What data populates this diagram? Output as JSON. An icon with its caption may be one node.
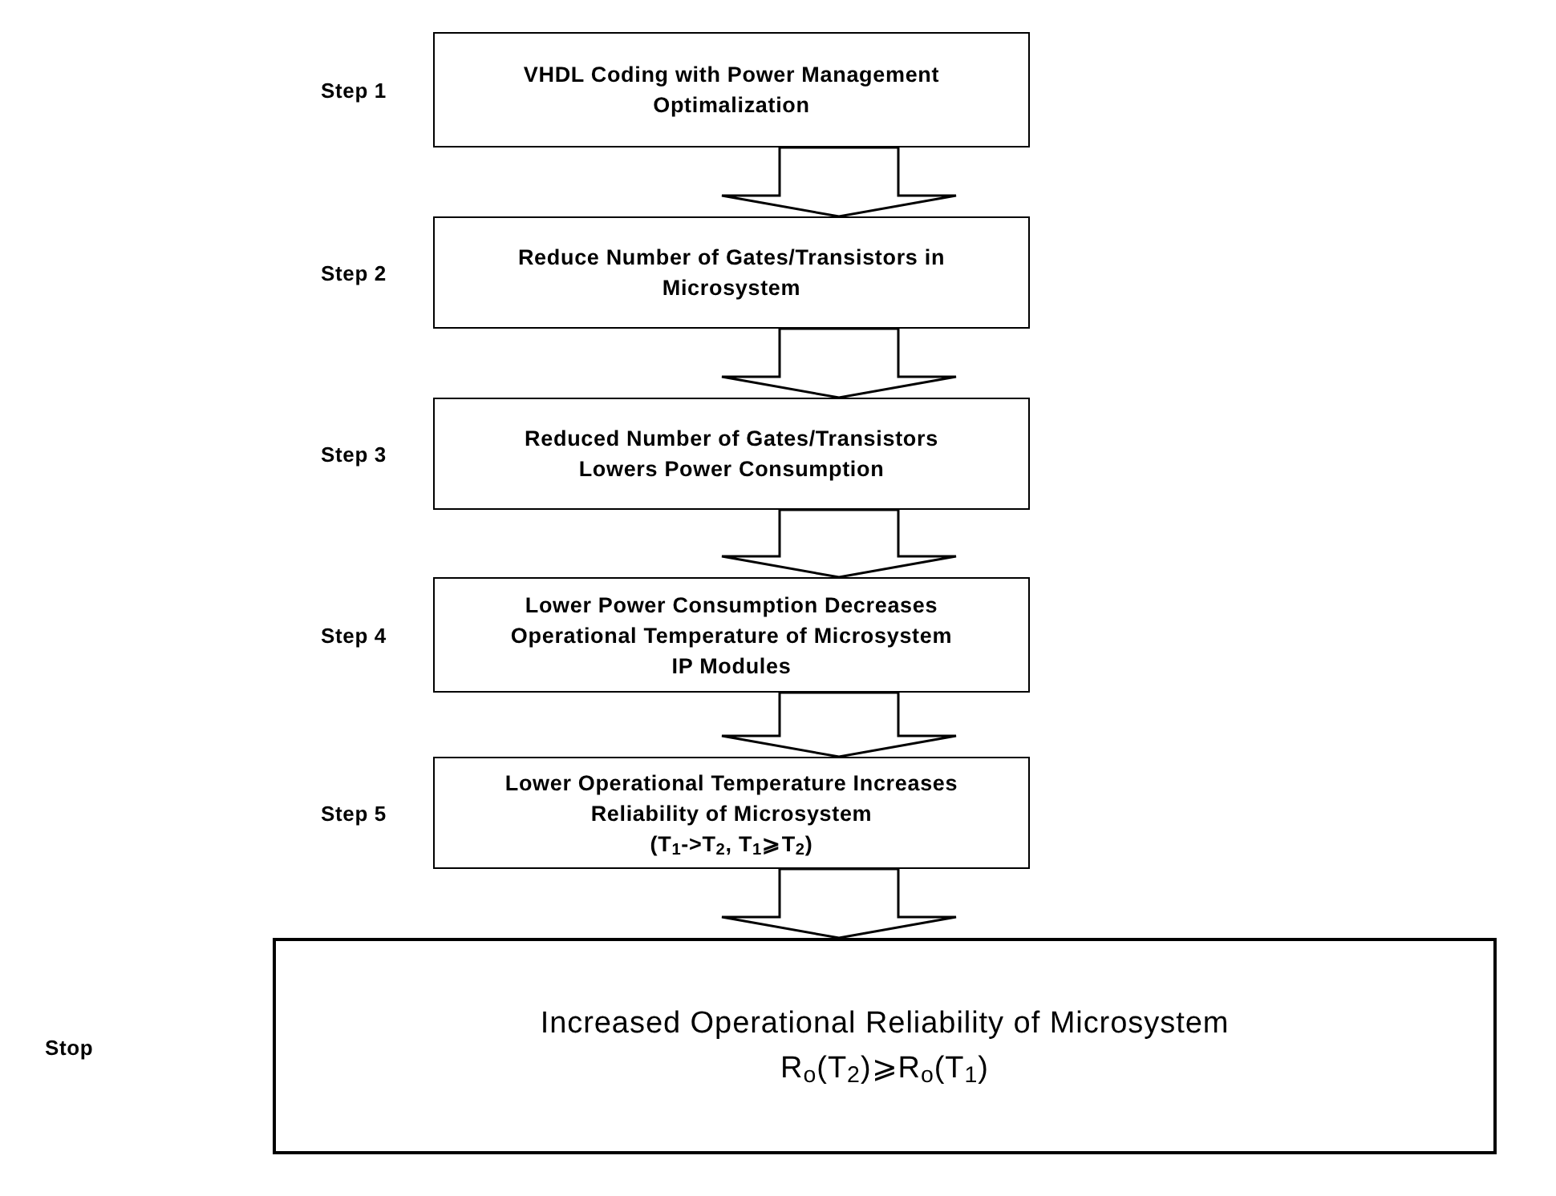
{
  "diagram": {
    "nodes": [
      {
        "text": [
          "VHDL Coding with Power Management Optimalization"
        ],
        "beside": [
          "Step 1"
        ]
      },
      {
        "text": [
          "Reduce Number of Gates/Transistors in Microsystem"
        ],
        "beside": [
          "Step 2"
        ]
      },
      {
        "text": [
          "Reduced Number of Gates/Transistors Lowers Power Consumption"
        ],
        "beside": [
          "Step 3"
        ]
      },
      {
        "text": [
          "Lower Power Consumption Decreases Operational Temperature of Microsystem IP Modules"
        ],
        "beside": [
          "Step 4"
        ]
      },
      {
        "text": [
          "Lower Operational Temperature Increases Reliability of Microsystem",
          "(T$_{1}$->T$_{2}$, T$_{1}$⩾T$_{2}$)"
        ],
        "beside": [
          "Step 5"
        ]
      },
      {
        "text": [
          "Increased Operational Reliability of Microsystem",
          "R$_{o}$(T$_{2}$)⩾R$_{o}$(T$_{1}$)"
        ]
      }
    ],
    "labels": [
      "Stop"
    ],
    "edges": [
      {
        "from": 0,
        "to": 1,
        "arrow": "to"
      },
      {
        "from": 1,
        "to": 2,
        "arrow": "to"
      },
      {
        "from": 2,
        "to": 3,
        "arrow": "to"
      },
      {
        "from": 3,
        "to": 4,
        "arrow": "to"
      },
      {
        "from": 4,
        "to": 5,
        "arrow": "to"
      }
    ]
  }
}
